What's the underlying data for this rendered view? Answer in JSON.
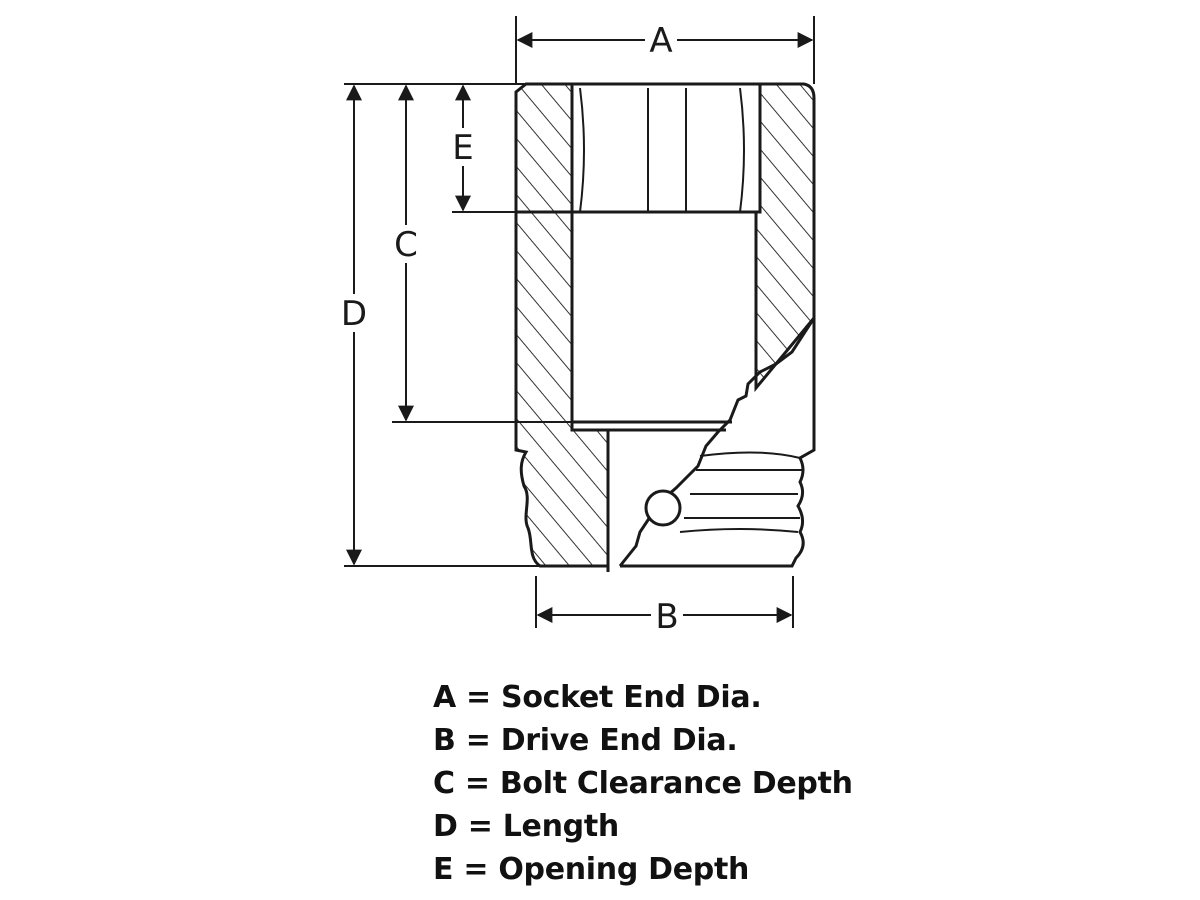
{
  "labels": {
    "a": "A",
    "b": "B",
    "c": "C",
    "d": "D",
    "e": "E"
  },
  "legend": [
    "A = Socket End Dia.",
    "B = Drive End Dia.",
    "C = Bolt Clearance Depth",
    "D = Length",
    "E = Opening Depth"
  ]
}
